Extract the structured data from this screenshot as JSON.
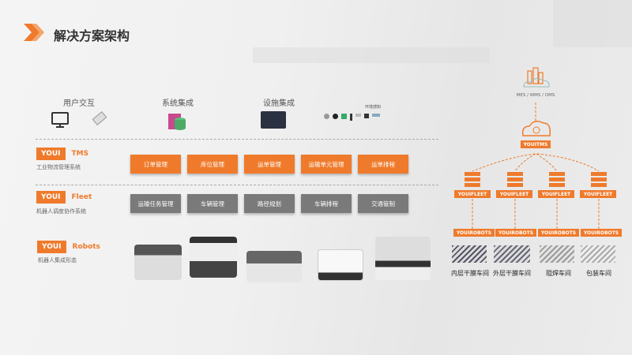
{
  "title": "解决方案架构",
  "categories": {
    "user": "用户交互",
    "system": "系统集成",
    "facility": "设施集成",
    "env": "环境感知"
  },
  "tms": {
    "badge": "YOUI",
    "name": "TMS",
    "subtitle": "工业物流管理系统",
    "buttons": [
      "订单管理",
      "库位管理",
      "运单管理",
      "运输单元管理",
      "运单排程"
    ]
  },
  "fleet": {
    "badge": "YOUI",
    "name": "Fleet",
    "subtitle": "机器人调度协作系统",
    "buttons": [
      "运输任务管理",
      "车辆管理",
      "路径规划",
      "车辆排程",
      "交通管制"
    ]
  },
  "robots": {
    "badge": "YOUI",
    "name": "Robots",
    "subtitle": "机器人集成形态"
  },
  "diagram": {
    "top": "MES / WMS / OMS",
    "tms": "YOUITMS",
    "fleet": [
      "YOUIFLEET",
      "YOUIFLEET",
      "YOUIFLEET",
      "YOUIFLEET"
    ],
    "robots": [
      "YOUIROBOTS",
      "YOUIROBOTS",
      "YOUIROBOTS",
      "YOUIROBOTS"
    ],
    "workshops": [
      "内层干膜车间",
      "外层干膜车间",
      "阻焊车间",
      "包装车间"
    ]
  },
  "colors": {
    "accent": "#ef7a2b",
    "gray": "#7a7a7a"
  }
}
